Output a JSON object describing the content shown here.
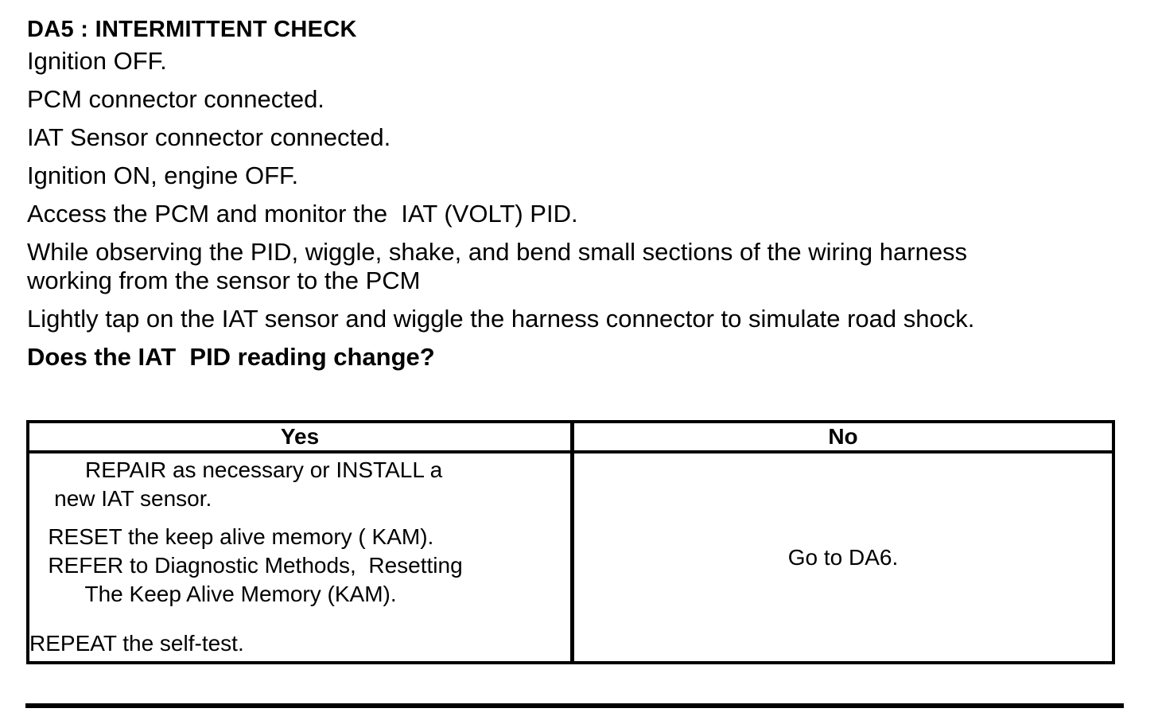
{
  "title": "DA5 : INTERMITTENT CHECK",
  "steps": [
    "Ignition OFF.",
    "PCM connector connected.",
    "IAT Sensor connector connected.",
    "Ignition ON, engine OFF.",
    "Access the PCM and monitor the  IAT (VOLT) PID.",
    "While observing the PID, wiggle, shake, and bend small sections of the wiring harness\nworking from the sensor to the PCM",
    "Lightly tap on the IAT sensor and wiggle the harness connector to simulate road shock."
  ],
  "question": "Does the IAT  PID reading change?",
  "table": {
    "headers": {
      "yes": "Yes",
      "no": "No"
    },
    "yes_lines": [
      "         REPAIR as necessary or INSTALL a",
      "    new IAT sensor.",
      "   RESET the keep alive memory ( KAM).",
      "   REFER to Diagnostic Methods,  Resetting",
      "         The Keep Alive Memory (KAM).",
      "REPEAT the self-test."
    ],
    "no_text": "Go to DA6."
  },
  "colors": {
    "text": "#000000",
    "background": "#ffffff",
    "border": "#000000"
  }
}
